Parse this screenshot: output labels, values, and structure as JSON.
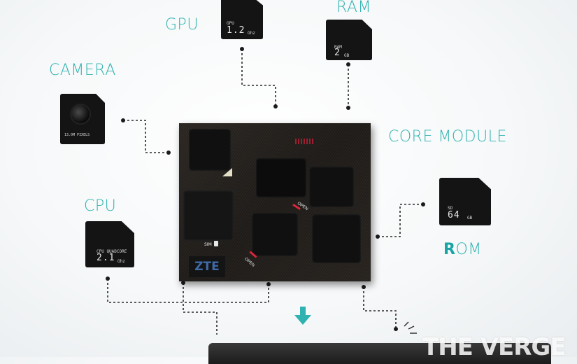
{
  "labels": {
    "gpu": "GPU",
    "ram": "RAM",
    "camera": "CAMERA",
    "core_module": "CORE MODULE",
    "cpu": "CPU",
    "rom_first": "R",
    "rom_rest": "OM"
  },
  "chips": {
    "gpu": {
      "small": "GPU",
      "big": "1.2",
      "unit": "Ghz"
    },
    "ram": {
      "small": "RAM",
      "big": "2",
      "unit": "GB"
    },
    "camera": {
      "small": "13.0M PIXELS"
    },
    "cpu": {
      "small": "CPU QUADCORE",
      "big": "2.1",
      "unit": "Ghz"
    },
    "rom": {
      "small": "SD",
      "big": "64",
      "unit": "GB"
    }
  },
  "core": {
    "brand": "ZTE",
    "sim": "SIM",
    "open_a": "OPEN",
    "open_b": "OPEN"
  },
  "watermark": "THE VERGE",
  "colors": {
    "accent": "#2fb2b0",
    "chip": "#141414",
    "core": "#231f1c",
    "brand": "#3e6aa8",
    "open_marker": "#d8263a"
  }
}
